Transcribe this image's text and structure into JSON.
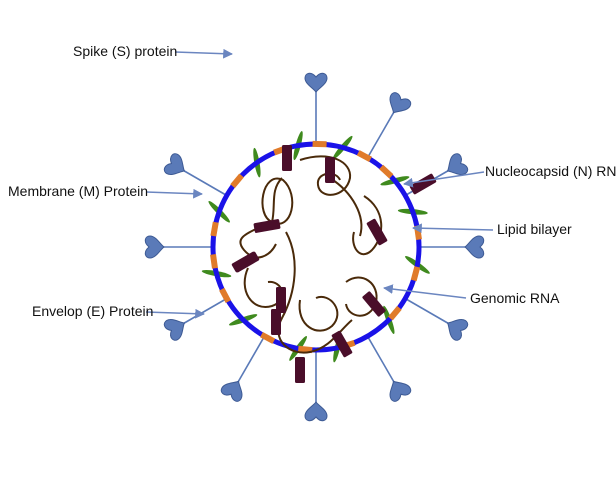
{
  "labels": {
    "spike": "Spike (S) protein",
    "membrane": "Membrane (M) Protein",
    "envelope": "Envelop (E) Protein",
    "nucleocapsid": "Nucleocapsid (N) RNA",
    "lipid": "Lipid bilayer",
    "genomic": "Genomic RNA"
  },
  "colors": {
    "bilayer": "#1a12e8",
    "spike": "#5a7ab8",
    "spike_outline": "#3d5a94",
    "membrane_protein": "#3f8a1e",
    "envelope_protein": "#e07b2a",
    "nucleocapsid": "#4a0e2a",
    "rna": "#4a2a0a",
    "arrow": "#6b86c0"
  },
  "icons": {
    "spike": "heart-shaped-spike-icon",
    "membrane": "green-leaf-protein-icon",
    "envelope": "orange-block-protein-icon",
    "nucleocapsid": "maroon-block-icon"
  }
}
